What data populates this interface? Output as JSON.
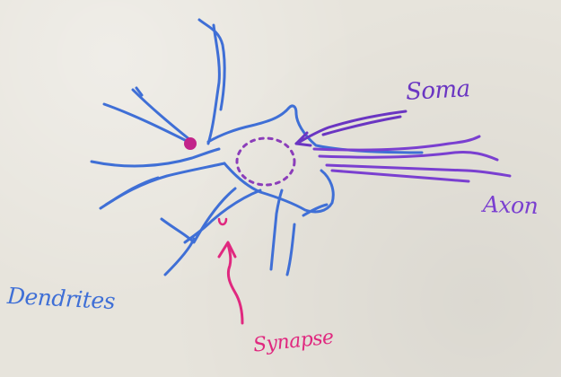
{
  "labels": {
    "soma": "Soma",
    "axon": "Axon",
    "dendrites": "Dendrites",
    "synapse": "Synapse"
  },
  "colors": {
    "background": "#e7e4dc",
    "neuron": "#3f6fd6",
    "soma_label": "#6a35c2",
    "axon": "#7a3fd0",
    "synapse": "#e0287f"
  }
}
